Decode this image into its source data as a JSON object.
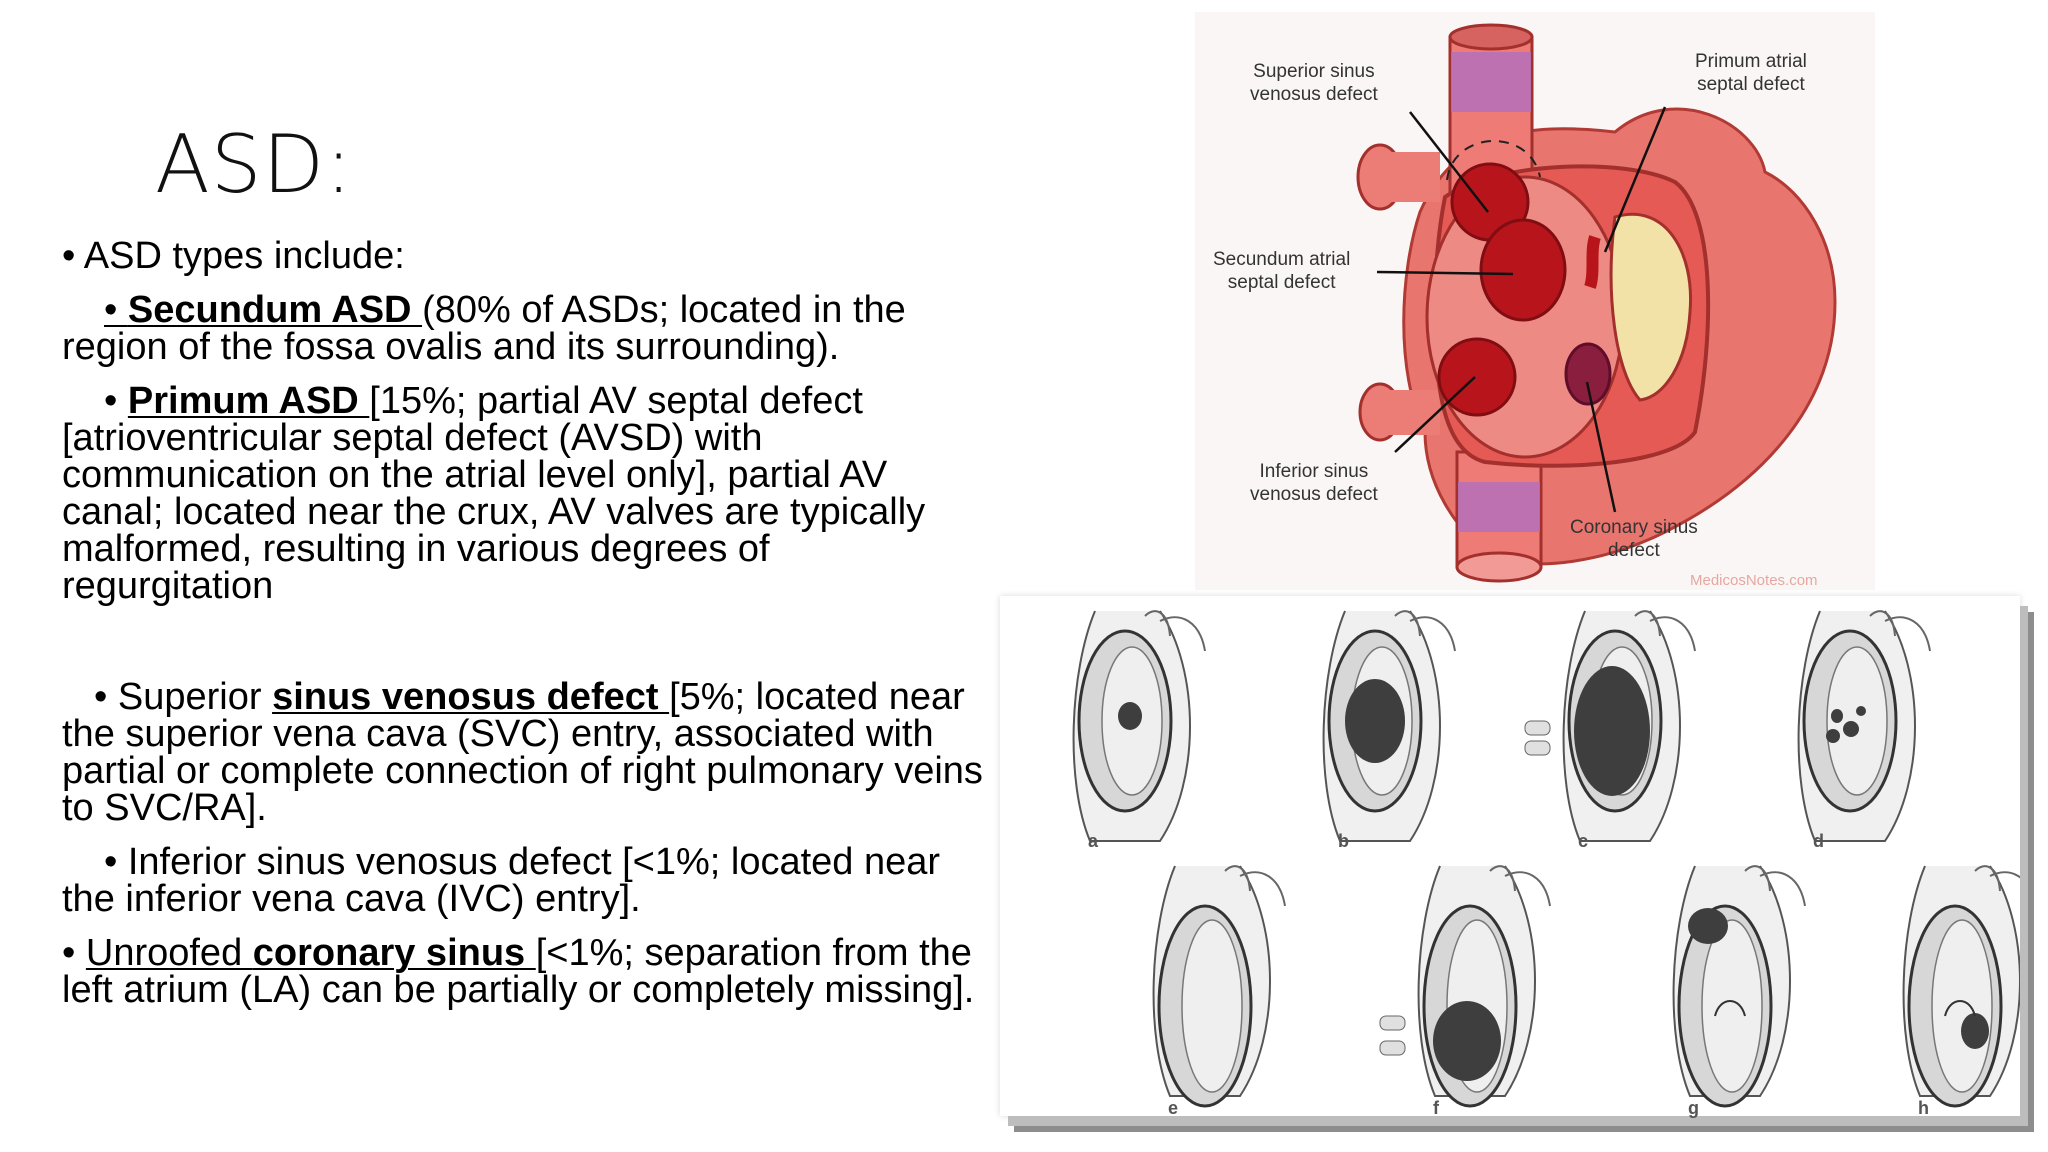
{
  "slide": {
    "title": "ASD:",
    "intro": "•  ASD types include:",
    "items": {
      "secundum": {
        "bullet": "• ",
        "name": "Secundum ASD ",
        "rest": "(80% of ASDs; located in the region of the fossa ovalis and its surrounding)."
      },
      "primum": {
        "bullet": "• ",
        "name": "Primum ASD ",
        "rest": "[15%; partial AV septal defect [atrioventricular septal defect (AVSD) with communication on the atrial level only], partial AV canal; located near the crux, AV valves are typically malformed, resulting in various degrees of regurgitation"
      },
      "superior": {
        "prefix": "• Superior ",
        "name": "sinus venosus defect ",
        "rest": "[5%; located near the superior vena cava (SVC) entry, associated with partial or complete connection of right pulmonary veins to SVC/RA]."
      },
      "inferior": {
        "text": "• Inferior sinus venosus defect [<1%; located near the inferior vena cava (IVC) entry]."
      },
      "coronary": {
        "bullet": "• ",
        "pre": "Unroofed ",
        "name": "coronary sinus ",
        "rest": "[<1%; separation from the left atrium (LA) can be partially or completely missing]."
      }
    }
  },
  "heart_diagram": {
    "labels": {
      "superior": [
        "Superior sinus",
        "venosus defect"
      ],
      "primum": [
        "Primum atrial",
        "septal defect"
      ],
      "secundum": [
        "Secundum atrial",
        "septal defect"
      ],
      "inferior": [
        "Inferior sinus",
        "venosus defect"
      ],
      "coronary": [
        "Coronary sinus",
        "defect"
      ]
    },
    "watermark": "MedicosNotes.com"
  },
  "panel": {
    "cells": [
      "a",
      "b",
      "c",
      "d",
      "e",
      "f",
      "g",
      "h"
    ]
  }
}
